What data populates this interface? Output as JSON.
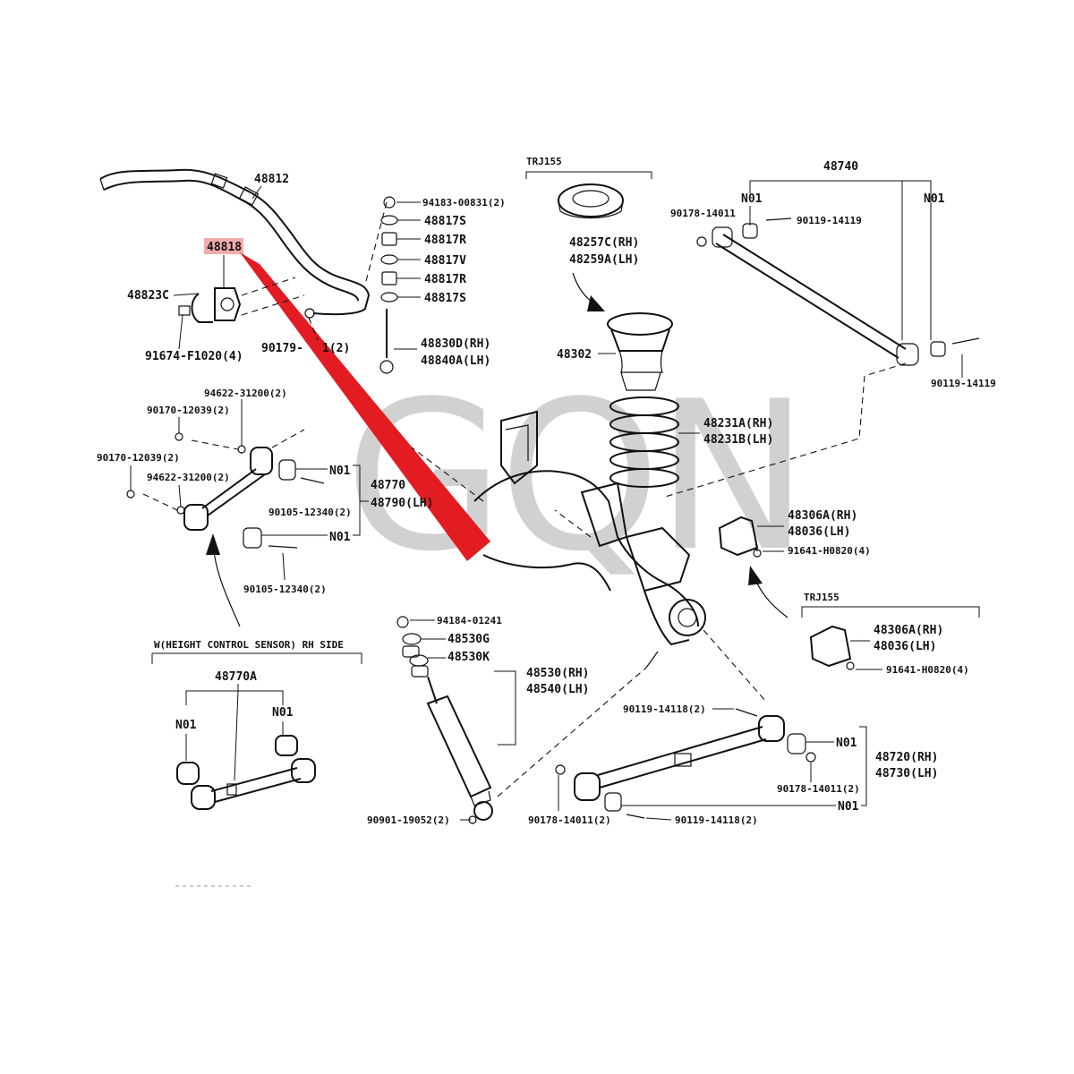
{
  "watermark": "GQN",
  "highlight_color": "#e31b23",
  "labels": {
    "p48812": "48812",
    "p48818": "48818",
    "p48823c": "48823C",
    "p91674": "91674-F1020(4)",
    "p90179": "90179-",
    "p90179b": "1(2)",
    "p94183": "94183-00831(2)",
    "p48817s_a": "48817S",
    "p48817r_a": "48817R",
    "p48817v": "48817V",
    "p48817r_b": "48817R",
    "p48817s_b": "48817S",
    "p48830d": "48830D(RH)",
    "p48840a": "48840A(LH)",
    "trj155_top": "TRJ155",
    "p48257c": "48257C(RH)",
    "p48259a": "48259A(LH)",
    "p48302": "48302",
    "p48231a": "48231A(RH)",
    "p48231b": "48231B(LH)",
    "p48740": "48740",
    "n01_740a": "N01",
    "n01_740b": "N01",
    "p90178_top": "90178-14011",
    "p90119_top": "90119-14119",
    "p90119_r": "90119-14119",
    "p94622_a": "94622-31200(2)",
    "p90170_a": "90170-12039(2)",
    "p90170_b": "90170-12039(2)",
    "p94622_b": "94622-31200(2)",
    "n01_770a": "N01",
    "n01_770b": "N01",
    "p48770": "48770",
    "p48790": "48790(LH)",
    "p90105_a": "90105-12340(2)",
    "p90105_b": "90105-12340(2)",
    "p48306a": "48306A(RH)",
    "p48036": "48036(LH)",
    "p91641_a": "91641-H0820(4)",
    "trj155_bot": "TRJ155",
    "p48306a_b": "48306A(RH)",
    "p48036_b": "48036(LH)",
    "p91641_b": "91641-H0820(4)",
    "w_side": "W(HEIGHT CONTROL SENSOR) RH SIDE",
    "p48770a": "48770A",
    "n01_w_a": "N01",
    "n01_w_b": "N01",
    "p94184": "94184-01241",
    "p48530g": "48530G",
    "p48530k": "48530K",
    "p48530": "48530(RH)",
    "p48540": "48540(LH)",
    "p90901": "90901-19052(2)",
    "p90119_118a": "90119-14118(2)",
    "n01_720a": "N01",
    "n01_720b": "N01",
    "p48720": "48720(RH)",
    "p48730": "48730(LH)",
    "p90178_b": "90178-14011(2)",
    "p90178_c": "90178-14011(2)",
    "p90119_118b": "90119-14118(2)"
  }
}
